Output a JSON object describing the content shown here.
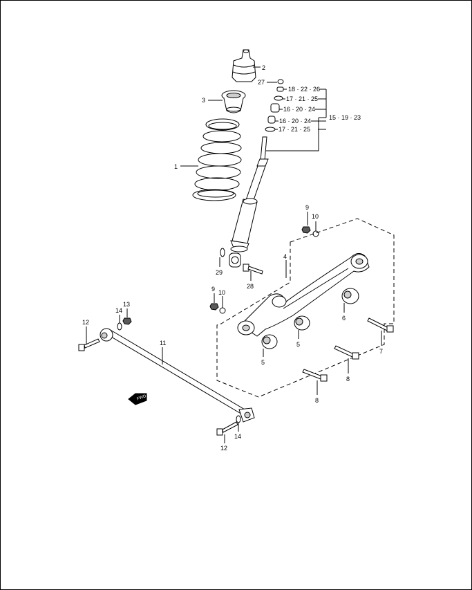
{
  "labels": {
    "p1": "1",
    "p2": "2",
    "p3": "3",
    "p4": "4",
    "p5a": "5",
    "p5b": "5",
    "p6": "6",
    "p7": "7",
    "p8a": "8",
    "p8b": "8",
    "p9a": "9",
    "p9b": "9",
    "p10a": "10",
    "p10b": "10",
    "p11": "11",
    "p12a": "12",
    "p12b": "12",
    "p13": "13",
    "p14a": "14",
    "p14b": "14",
    "p27": "27",
    "p28": "28",
    "p29": "29",
    "r18": "18 · 22 · 26",
    "r17a": "17 · 21 · 25",
    "r16a": "16 · 20 · 24",
    "r16b": "16 · 20 · 24",
    "r17b": "17 · 21 · 25",
    "r15": "15 · 19 · 23"
  },
  "fwd_label": "FWD",
  "colors": {
    "ink": "#000000",
    "paper": "#ffffff",
    "shade": "#cfcfcf"
  }
}
